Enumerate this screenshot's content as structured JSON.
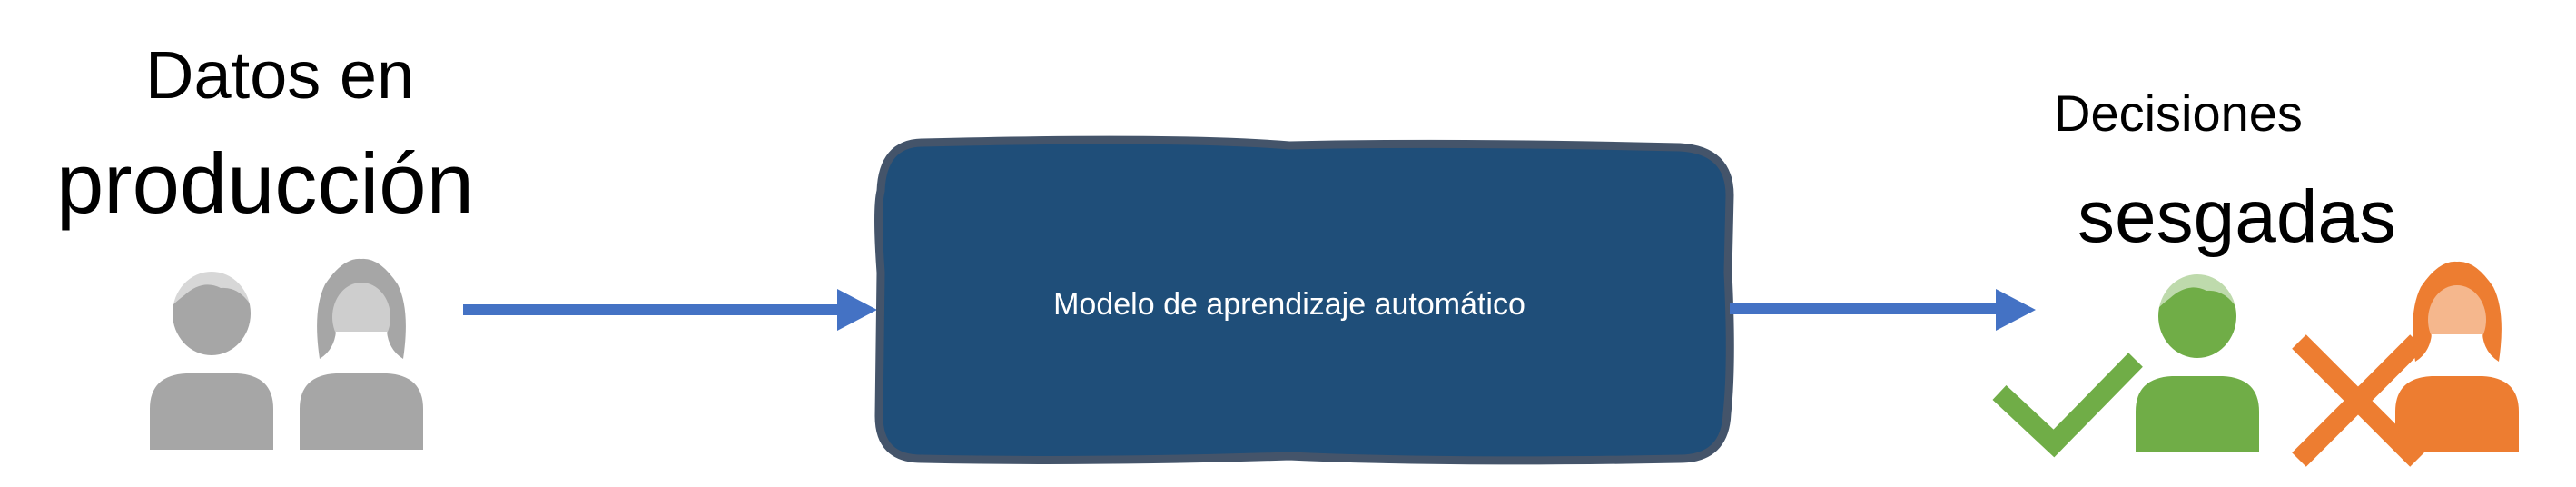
{
  "left": {
    "line1": "Datos en",
    "line2": "producción"
  },
  "model": {
    "label": "Modelo de aprendizaje automático"
  },
  "right": {
    "line1": "Decisiones",
    "line2": "sesgadas"
  },
  "colors": {
    "person_neutral": "#a6a6a6",
    "arrow": "#4472c4",
    "model_fill": "#1f4e79",
    "model_border": "#44546a",
    "accepted": "#70ad47",
    "rejected": "#ed7d31"
  },
  "icons": [
    "person-male-icon",
    "person-female-icon",
    "arrow-right-icon",
    "checkmark-icon",
    "cross-icon"
  ]
}
